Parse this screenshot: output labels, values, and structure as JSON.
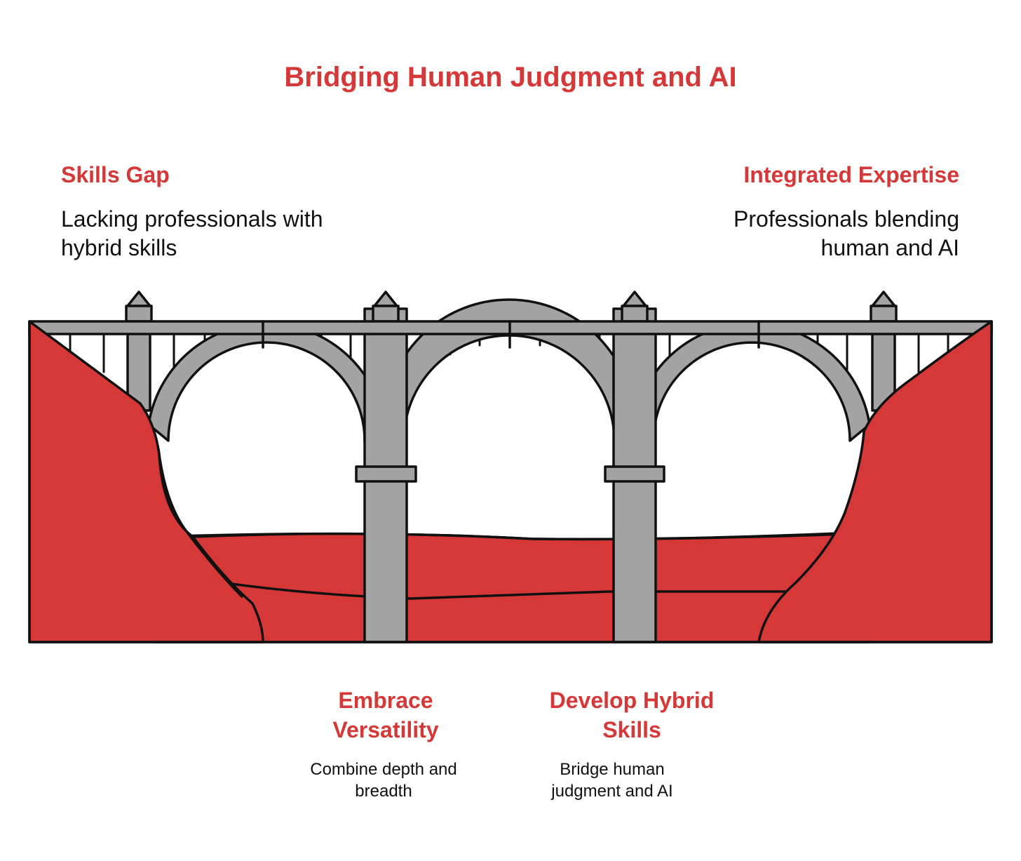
{
  "title": "Bridging Human Judgment and AI",
  "left": {
    "heading": "Skills Gap",
    "line1": "Lacking professionals with",
    "line2": "hybrid skills"
  },
  "right": {
    "heading": "Integrated Expertise",
    "line1": "Professionals blending",
    "line2": "human and AI"
  },
  "pillar1": {
    "heading1": "Embrace",
    "heading2": "Versatility",
    "line1": "Combine depth and",
    "line2": "breadth"
  },
  "pillar2": {
    "heading1": "Develop Hybrid",
    "heading2": "Skills",
    "line1": "Bridge human",
    "line2": "judgment and AI"
  },
  "colors": {
    "accent": "#d63838",
    "stone": "#a3a3a3",
    "ink": "#111111"
  },
  "icons": {
    "structure": "bridge-illustration"
  }
}
